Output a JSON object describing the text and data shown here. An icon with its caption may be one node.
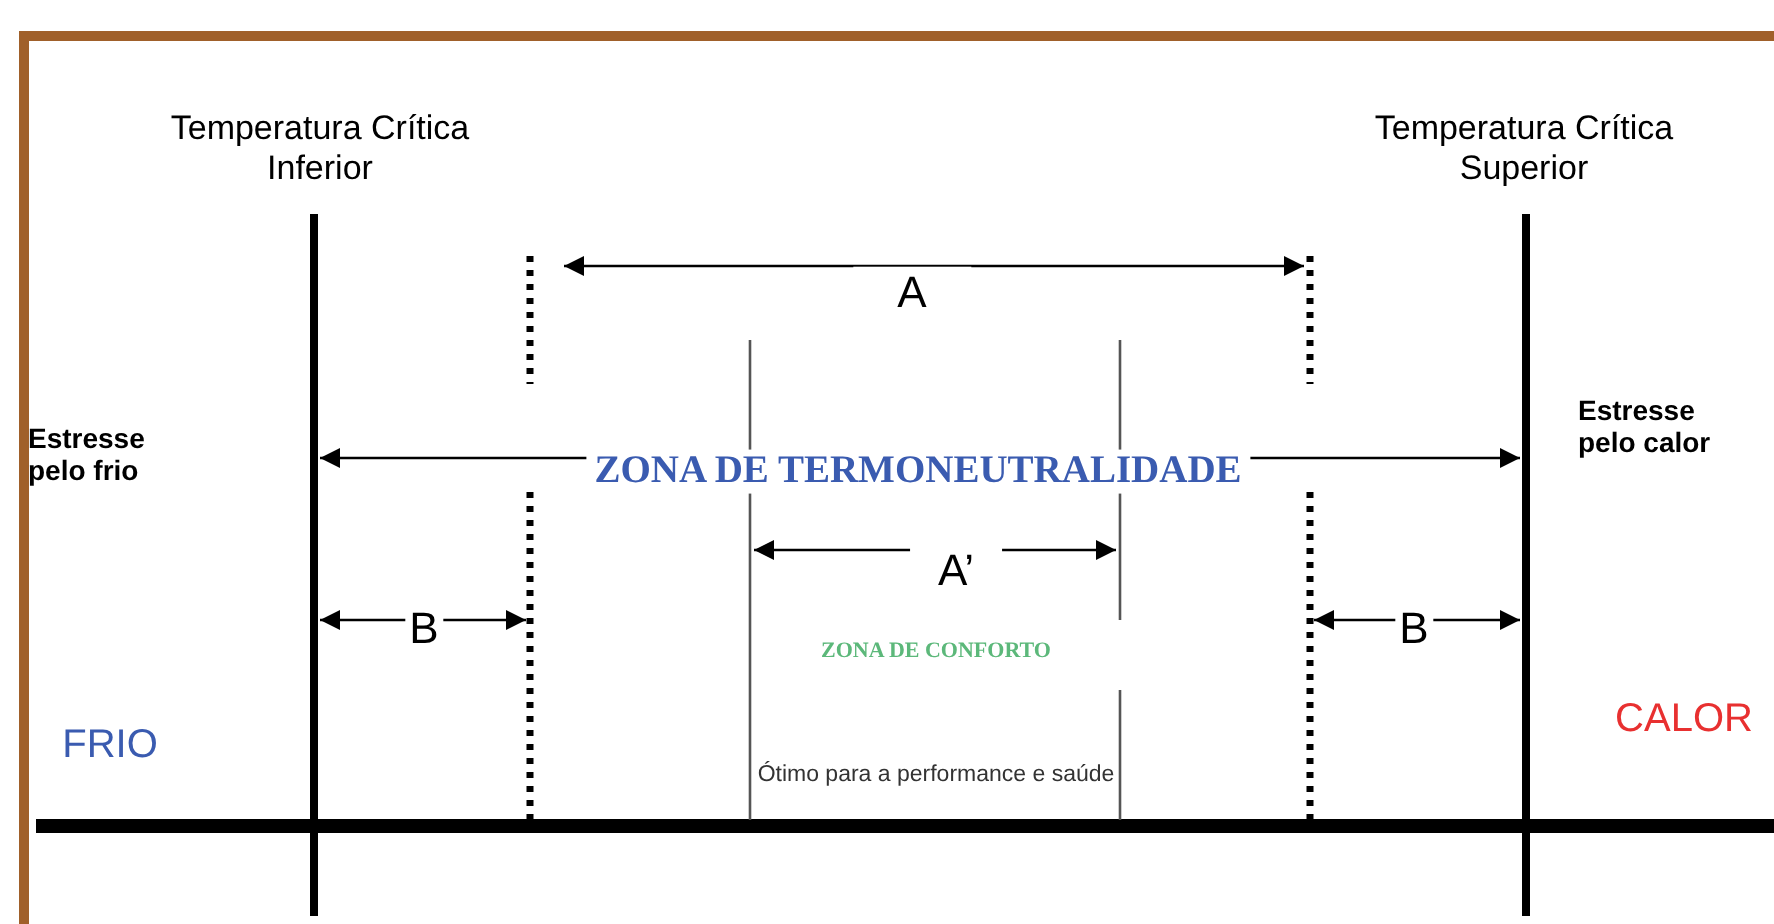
{
  "diagram": {
    "labels": [
      "Temperatura Crítica Inferior",
      "Temperatura Crítica Superior",
      "A",
      "Estresse pelo frio",
      "ZONA DE TERMONEUTRALIDADE",
      "Estresse pelo calor",
      "A’",
      "B",
      "ZONA DE CONFORTO",
      "B",
      "FRIO",
      "CALOR",
      "Ótimo para a performance e saúde"
    ]
  }
}
